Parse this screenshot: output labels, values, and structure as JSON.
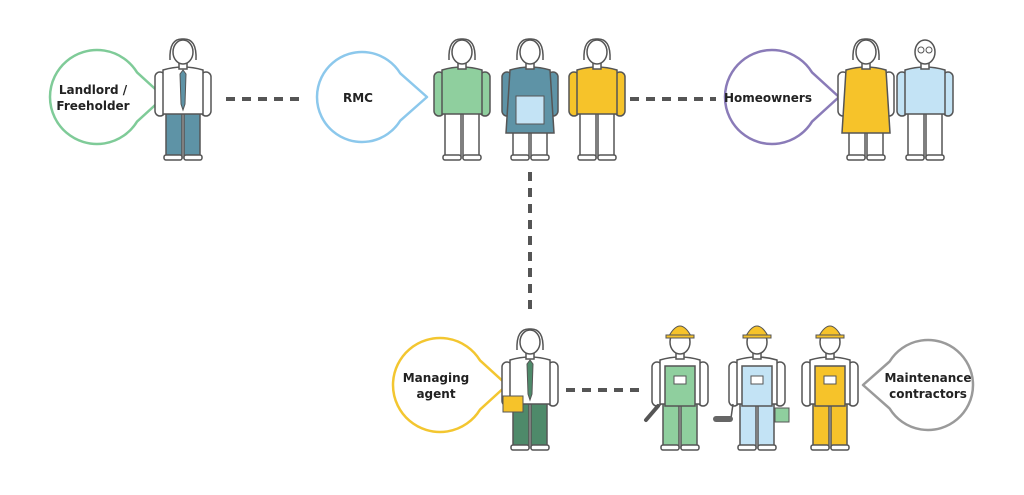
{
  "roles": {
    "landlord": {
      "label": "Landlord /\nFreeholder",
      "color": "#7fcb98"
    },
    "rmc": {
      "label": "RMC",
      "color": "#8cc8ec"
    },
    "homeowners": {
      "label": "Homeowners",
      "color": "#8a7bb8"
    },
    "managing_agent": {
      "label": "Managing\nagent",
      "color": "#f3c630"
    },
    "contractors": {
      "label": "Maintenance\ncontractors",
      "color": "#9a9a9a"
    }
  },
  "palette": {
    "green": "#8fcf9e",
    "blue": "#c3e3f5",
    "yellow": "#f6c32a",
    "teal": "#5e93a6",
    "darkgreen": "#4e8a6a",
    "outline": "#555555",
    "connector": "#555555"
  }
}
